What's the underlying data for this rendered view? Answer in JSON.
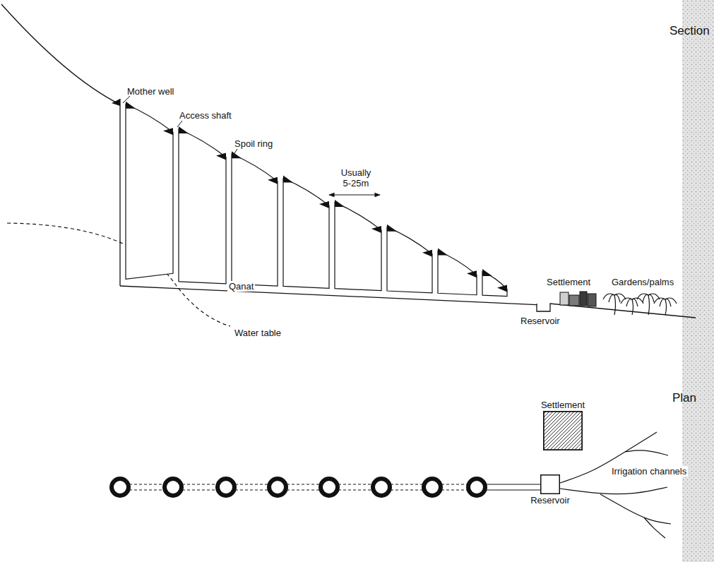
{
  "diagram": {
    "nodes": [
      {
        "text": [
          "Settlement"
        ]
      },
      {
        "text": [
          "Reservoir"
        ]
      }
    ],
    "labels": [
      "Section",
      "Mother well",
      "Access shaft",
      "Spoil ring",
      "Usually 5-25m",
      "Qanat",
      "Water table",
      "Settlement",
      "Gardens/palms",
      "Reservoir",
      "Plan",
      "Irrigation channels"
    ]
  }
}
